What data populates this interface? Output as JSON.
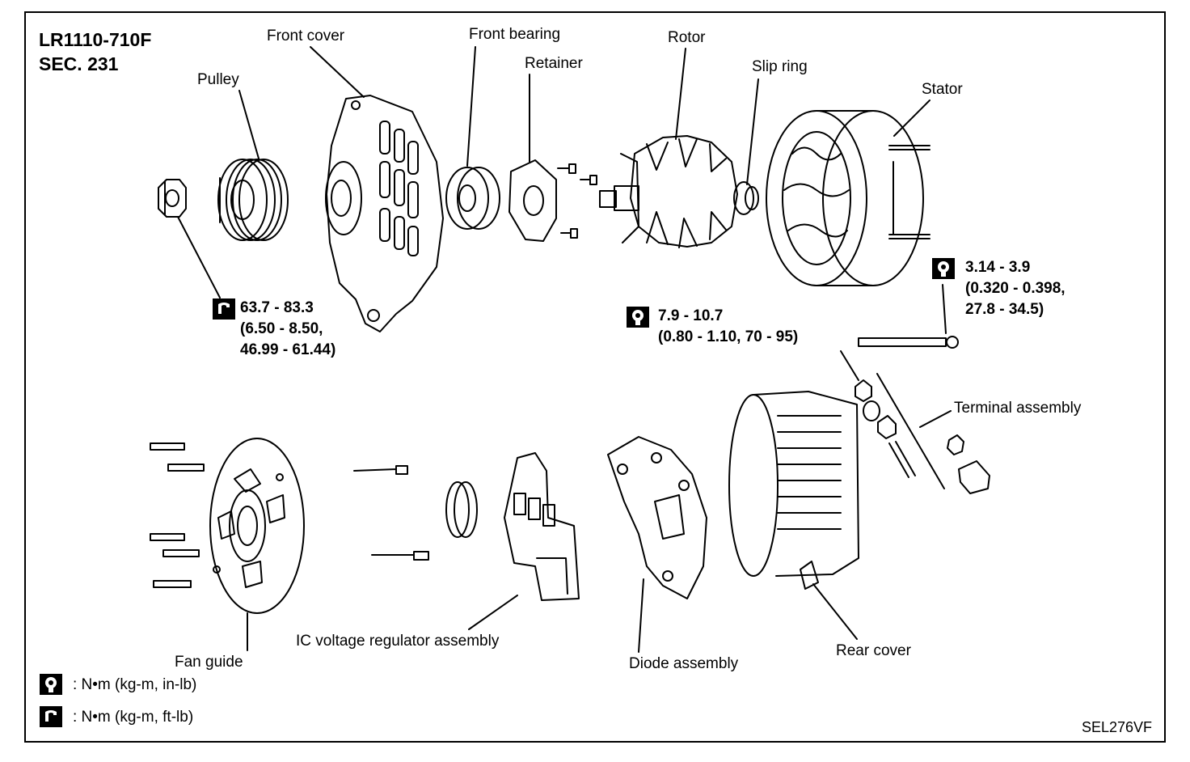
{
  "header": {
    "model": "LR1110-710F",
    "section": "SEC. 231"
  },
  "labels": {
    "front_cover": "Front cover",
    "front_bearing": "Front bearing",
    "rotor": "Rotor",
    "pulley": "Pulley",
    "retainer": "Retainer",
    "slip_ring": "Slip ring",
    "stator": "Stator",
    "terminal_assembly": "Terminal assembly",
    "fan_guide": "Fan guide",
    "ic_regulator": "IC voltage regulator assembly",
    "diode_assembly": "Diode assembly",
    "rear_cover": "Rear cover"
  },
  "torques": {
    "pulley_nut": [
      "63.7 - 83.3",
      "(6.50 - 8.50,",
      "46.99 - 61.44)"
    ],
    "through_bolt": [
      "7.9 - 10.7",
      "(0.80 - 1.10, 70 - 95)"
    ],
    "stator_bolt": [
      "3.14 - 3.9",
      "(0.320 - 0.398,",
      "27.8 - 34.5)"
    ]
  },
  "legend": {
    "in_lb": ": N•m (kg-m, in-lb)",
    "ft_lb": ": N•m (kg-m, ft-lb)"
  },
  "figure_code": "SEL276VF"
}
